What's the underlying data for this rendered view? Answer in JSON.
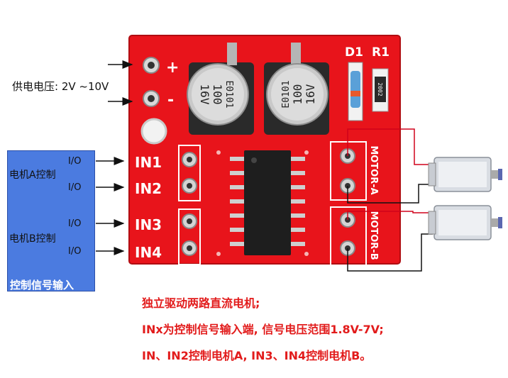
{
  "supply": {
    "label": "供电电压: 2V ~10V",
    "plus": "+",
    "minus": "-"
  },
  "control_box": {
    "motor_a": "电机A控制",
    "motor_b": "电机B控制",
    "title": "控制信号输入",
    "io_labels": [
      "I/O",
      "I/O",
      "I/O",
      "I/O"
    ]
  },
  "board": {
    "inputs": [
      "IN1",
      "IN2",
      "IN3",
      "IN4"
    ],
    "d1": "D1",
    "r1": "R1",
    "motor_a": "MOTOR-A",
    "motor_b": "MOTOR-B",
    "cap_left": [
      "E0101",
      "100",
      "16V"
    ],
    "cap_right": [
      "E0101",
      "100",
      "16V"
    ],
    "resistor_code": "2002",
    "colors": {
      "pcb": "#e8141b",
      "box": "#4b7be0",
      "note": "#e21b1b"
    }
  },
  "notes": [
    "独立驱动两路直流电机;",
    "INx为控制信号输入端, 信号电压范围1.8V-7V;",
    "IN、IN2控制电机A, IN3、IN4控制电机B。"
  ]
}
